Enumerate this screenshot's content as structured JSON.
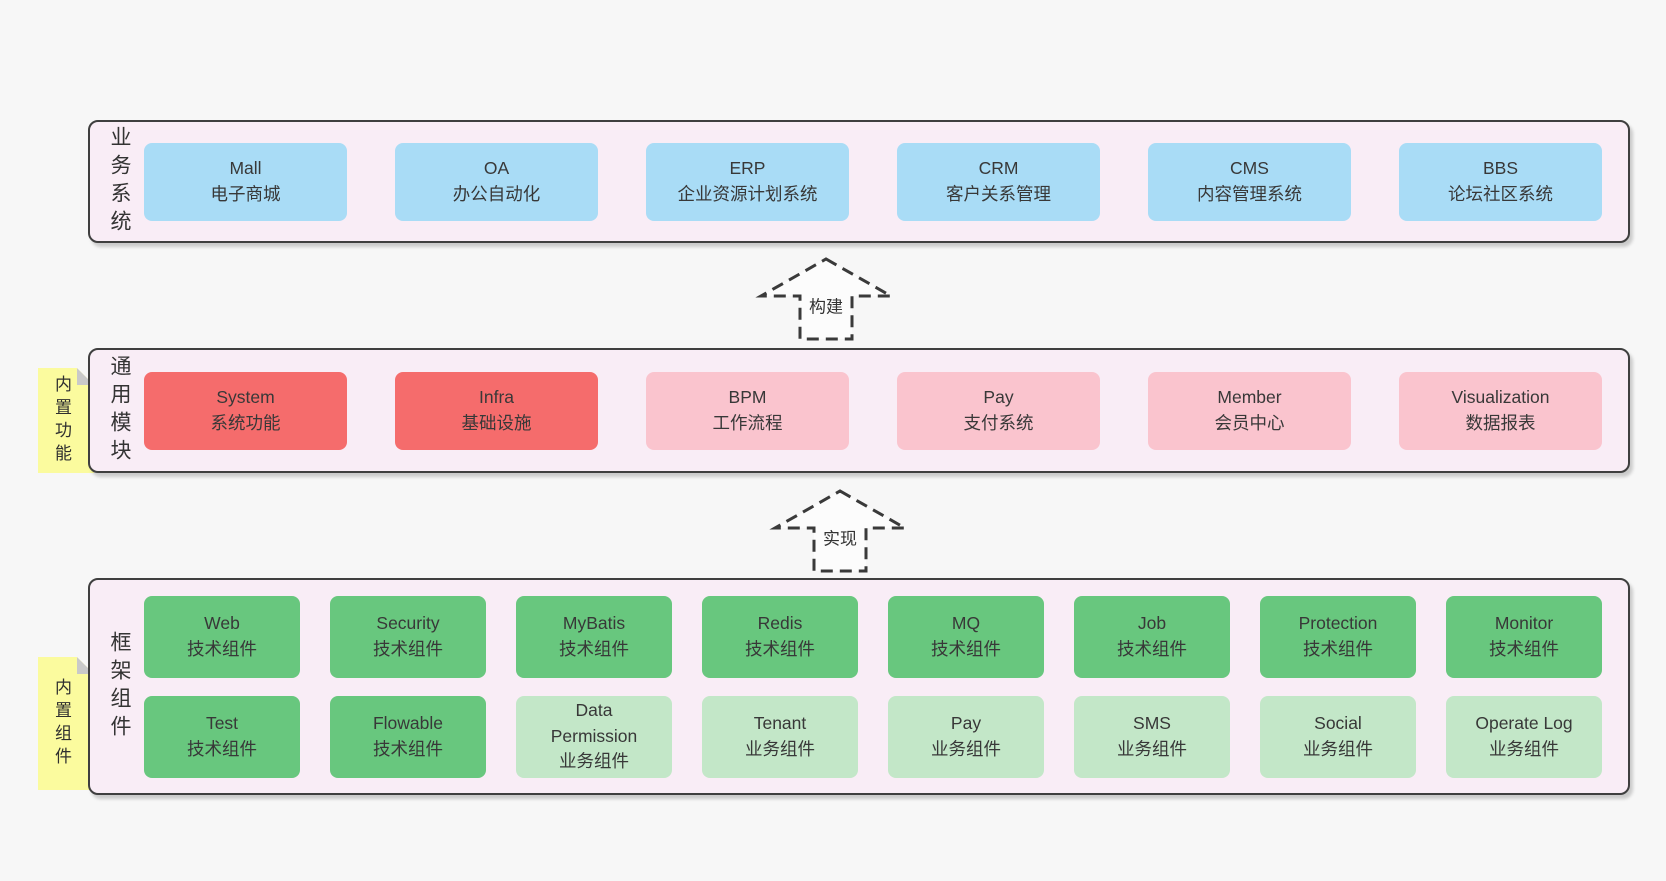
{
  "colors": {
    "page_bg": "#f7f7f7",
    "panel_bg": "#f9edf6",
    "panel_border": "#3f3f3f",
    "text": "#3a3a3a",
    "blue": "#a9dcf6",
    "red": "#f56c6c",
    "pink": "#fac4ce",
    "green_dark": "#68c77e",
    "green_light": "#c3e7c8",
    "sticky_bg": "#fbfb9e",
    "sticky_fold": "#c9c9c9",
    "arrow_fill": "#fcfcfc"
  },
  "sections": [
    {
      "id": "business-systems",
      "label": "业务系统",
      "rows": [
        [
          {
            "en": "Mall",
            "zh": "电子商城",
            "variant": "blue"
          },
          {
            "en": "OA",
            "zh": "办公自动化",
            "variant": "blue"
          },
          {
            "en": "ERP",
            "zh": "企业资源计划系统",
            "variant": "blue"
          },
          {
            "en": "CRM",
            "zh": "客户关系管理",
            "variant": "blue"
          },
          {
            "en": "CMS",
            "zh": "内容管理系统",
            "variant": "blue"
          },
          {
            "en": "BBS",
            "zh": "论坛社区系统",
            "variant": "blue"
          }
        ]
      ]
    },
    {
      "id": "common-modules",
      "label": "通用模块",
      "sticky": "内置功能",
      "rows": [
        [
          {
            "en": "System",
            "zh": "系统功能",
            "variant": "red"
          },
          {
            "en": "Infra",
            "zh": "基础设施",
            "variant": "red"
          },
          {
            "en": "BPM",
            "zh": "工作流程",
            "variant": "pink"
          },
          {
            "en": "Pay",
            "zh": "支付系统",
            "variant": "pink"
          },
          {
            "en": "Member",
            "zh": "会员中心",
            "variant": "pink"
          },
          {
            "en": "Visualization",
            "zh": "数据报表",
            "variant": "pink"
          }
        ]
      ]
    },
    {
      "id": "framework-components",
      "label": "框架组件",
      "sticky": "内置组件",
      "rows": [
        [
          {
            "en": "Web",
            "zh": "技术组件",
            "variant": "green_dark"
          },
          {
            "en": "Security",
            "zh": "技术组件",
            "variant": "green_dark"
          },
          {
            "en": "MyBatis",
            "zh": "技术组件",
            "variant": "green_dark"
          },
          {
            "en": "Redis",
            "zh": "技术组件",
            "variant": "green_dark"
          },
          {
            "en": "MQ",
            "zh": "技术组件",
            "variant": "green_dark"
          },
          {
            "en": "Job",
            "zh": "技术组件",
            "variant": "green_dark"
          },
          {
            "en": "Protection",
            "zh": "技术组件",
            "variant": "green_dark"
          },
          {
            "en": "Monitor",
            "zh": "技术组件",
            "variant": "green_dark"
          }
        ],
        [
          {
            "en": "Test",
            "zh": "技术组件",
            "variant": "green_dark"
          },
          {
            "en": "Flowable",
            "zh": "技术组件",
            "variant": "green_dark"
          },
          {
            "en": "Data Permission",
            "zh": "业务组件",
            "variant": "green_light"
          },
          {
            "en": "Tenant",
            "zh": "业务组件",
            "variant": "green_light"
          },
          {
            "en": "Pay",
            "zh": "业务组件",
            "variant": "green_light"
          },
          {
            "en": "SMS",
            "zh": "业务组件",
            "variant": "green_light"
          },
          {
            "en": "Social",
            "zh": "业务组件",
            "variant": "green_light"
          },
          {
            "en": "Operate Log",
            "zh": "业务组件",
            "variant": "green_light"
          }
        ]
      ]
    }
  ],
  "arrows": [
    {
      "label": "构建"
    },
    {
      "label": "实现"
    }
  ]
}
